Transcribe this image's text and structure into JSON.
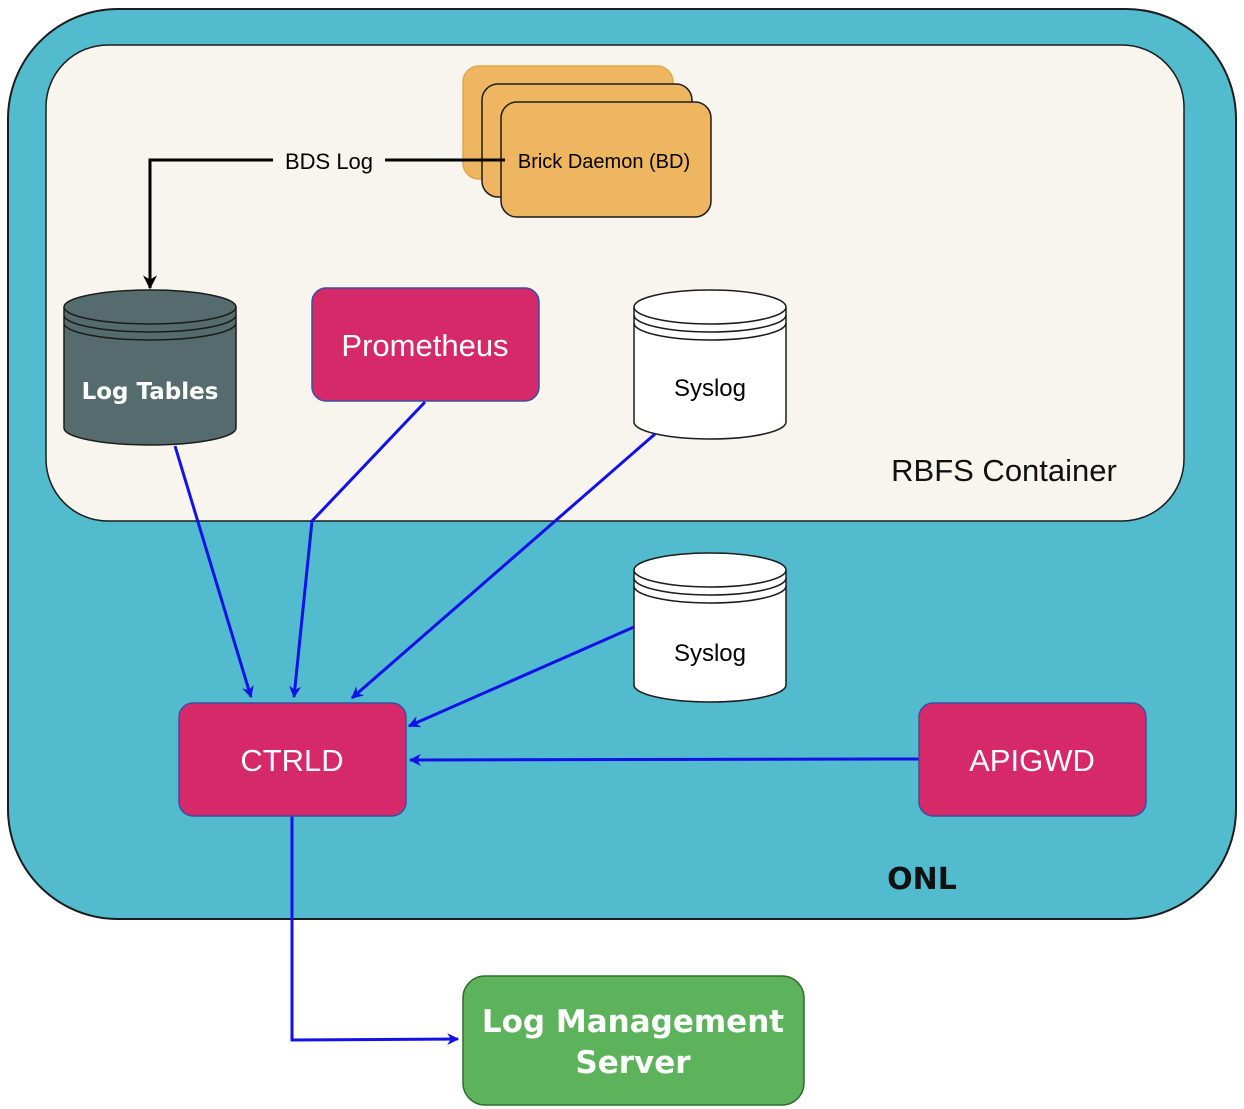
{
  "diagram": {
    "onl_label": "ONL",
    "rbfs_label": "RBFS Container",
    "brick_daemon": "Brick Daemon (BD)",
    "bds_log": "BDS Log",
    "log_tables": "Log Tables",
    "prometheus": "Prometheus",
    "syslog_rbfs": "Syslog",
    "syslog_onl": "Syslog",
    "ctrld": "CTRLD",
    "apigwd": "APIGWD",
    "log_mgmt_line1": "Log Management",
    "log_mgmt_line2": "Server"
  },
  "colors": {
    "onl_fill": "#52bbce",
    "rbfs_fill": "#f8f5ee",
    "bd_fill": "#eeb660",
    "magenta": "#d6296a",
    "dark_db": "#566b6d",
    "green": "#5db35c",
    "blue_arrow": "#1111e8"
  },
  "icons": {
    "log_tables": "database-icon",
    "syslog": "database-icon"
  }
}
